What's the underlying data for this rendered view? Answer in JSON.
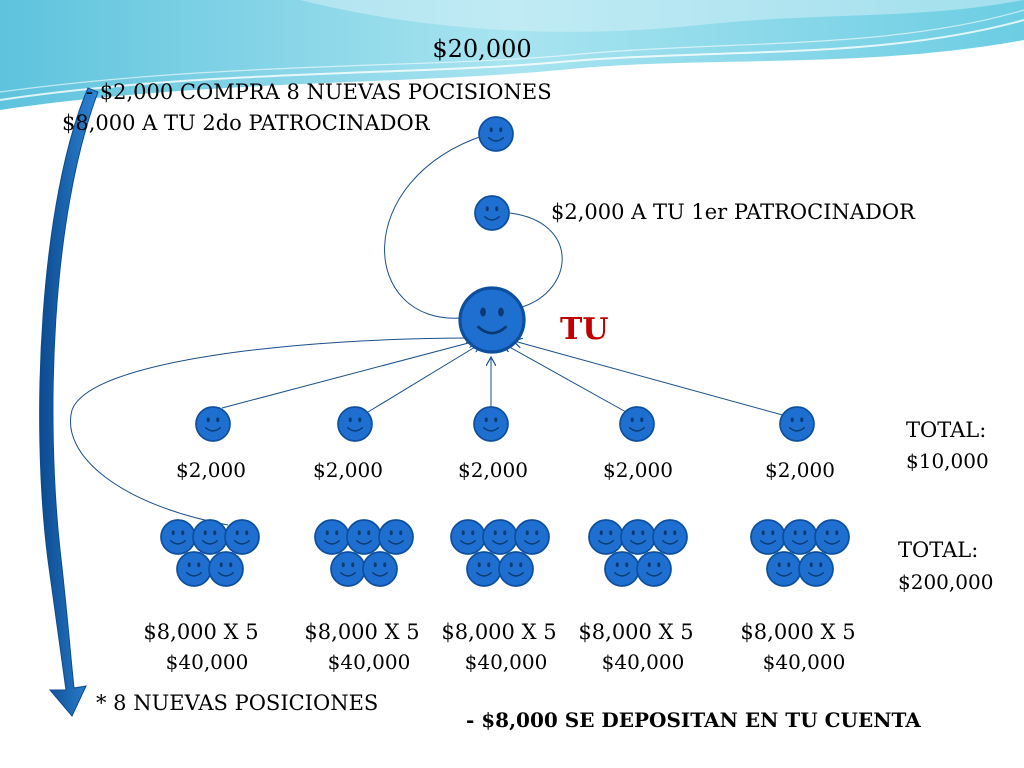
{
  "texts": {
    "title": "$20,000",
    "compra": "- $2,000 COMPRA 8 NUEVAS POCISIONES",
    "patrocinador2": "$8,000 A TU 2do PATROCINADOR",
    "patrocinador1": "$2,000 A TU 1er PATROCINADOR",
    "tu": "TU",
    "total1_label": "TOTAL:",
    "total1_value": "$10,000",
    "total2_label": "TOTAL:",
    "total2_value": "$200,000",
    "nuevas_posiciones": "* 8 NUEVAS POSICIONES",
    "deposit": "- $8,000 SE DEPOSITAN EN TU CUENTA"
  },
  "level1_amounts": [
    "$2,000",
    "$2,000",
    "$2,000",
    "$2,000",
    "$2,000"
  ],
  "level2_multipliers": [
    "$8,000 X 5",
    "$8,000 X 5",
    "$8,000 X 5",
    "$8,000 X 5",
    "$8,000 X 5"
  ],
  "level2_totals": [
    "$40,000",
    "$40,000",
    "$40,000",
    "$40,000",
    "$40,000"
  ],
  "colors": {
    "node": "#1f6fd1",
    "node_stroke": "#0d4f9e",
    "line": "#1a4f8a",
    "tu_text": "#c00000",
    "banner": "#7fd3e6"
  },
  "icons": {
    "node": "smiley-face-icon"
  }
}
